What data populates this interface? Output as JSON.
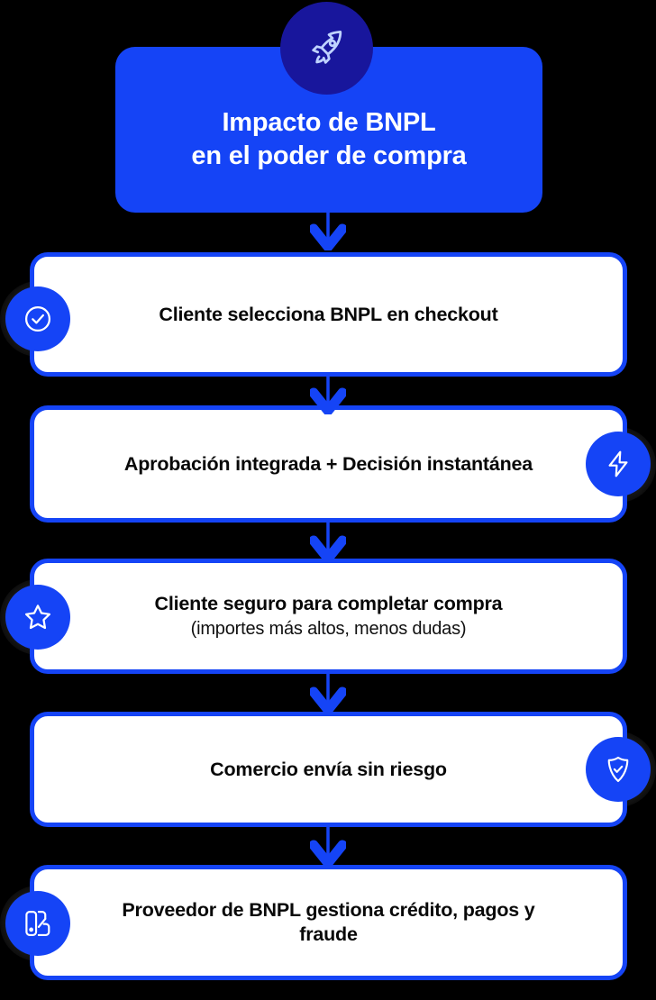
{
  "theme": {
    "background": "#000000",
    "brand_blue": "#1544F6",
    "header_icon_circle": "#18169C",
    "card_background": "#FFFFFF",
    "text_dark": "#080808",
    "text_light": "#FFFFFF"
  },
  "header": {
    "icon": "rocket-icon",
    "title": "Impacto de BNPL\nen el poder de compra",
    "title_line_1": "Impacto de BNPL",
    "title_line_2": "en el poder de compra"
  },
  "steps": [
    {
      "index": 1,
      "title": "Cliente selecciona BNPL en checkout",
      "subtitle": "",
      "icon": "check-circle-icon",
      "icon_side": "left"
    },
    {
      "index": 2,
      "title": "Aprobación integrada + Decisión instantánea",
      "subtitle": "",
      "icon": "lightning-bolt-icon",
      "icon_side": "right"
    },
    {
      "index": 3,
      "title": "Cliente seguro para completar compra",
      "subtitle": "(importes más altos, menos dudas)",
      "icon": "star-icon",
      "icon_side": "left"
    },
    {
      "index": 4,
      "title": "Comercio envía sin riesgo",
      "subtitle": "",
      "icon": "shield-check-icon",
      "icon_side": "right"
    },
    {
      "index": 5,
      "title": "Proveedor de BNPL gestiona crédito, pagos y fraude",
      "subtitle": "",
      "icon": "cards-wallet-icon",
      "icon_side": "left"
    }
  ],
  "connectors": {
    "count": 5,
    "shape": "down-arrow"
  }
}
